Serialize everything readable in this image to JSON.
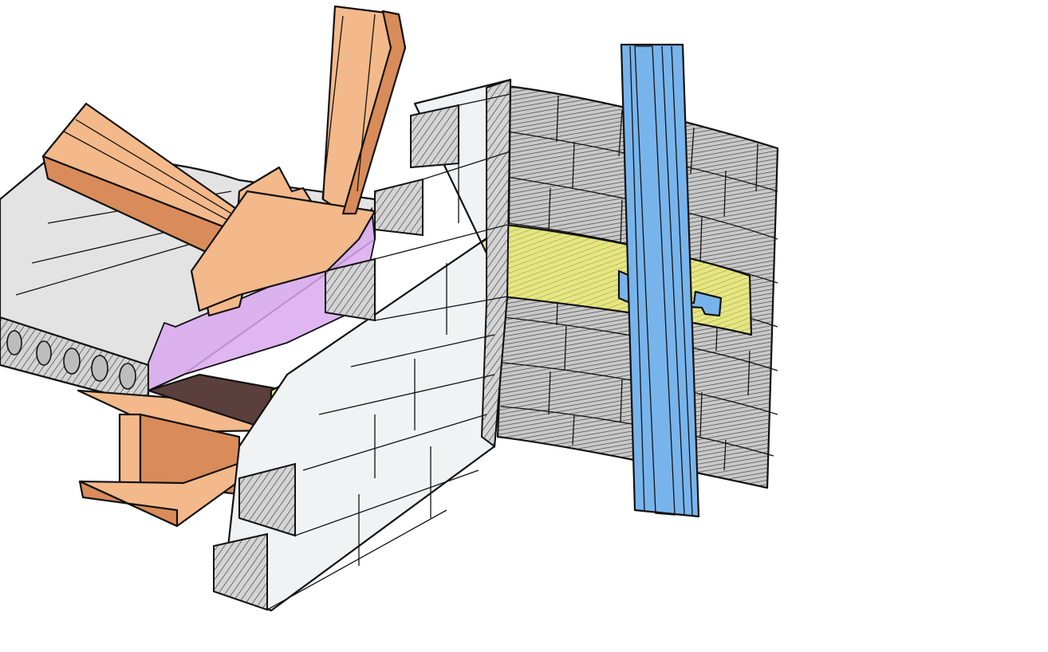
{
  "colors": {
    "timber": "#f3b98a",
    "timber_dark": "#d98c5a",
    "masonry_face": "#f1f2f4",
    "masonry_hatch": "#9a9a9a",
    "back_wall": "#cfcfcf",
    "membrane": "#d9a9ee",
    "lintel_insulation": "#f1f29d",
    "cavity_band": "#e6e683",
    "steel_post": "#78b4ec",
    "steel_post_light": "#a9d2f7",
    "steel_beam_shadow": "#5a3f3c",
    "slab": "#e3e3e3"
  },
  "components": [
    {
      "name": "timber-rafter",
      "icon": "timber-rafter-icon"
    },
    {
      "name": "timber-purlin",
      "icon": "timber-purlin-icon"
    },
    {
      "name": "hollow-core-slab",
      "icon": "hollow-core-slab-icon"
    },
    {
      "name": "steel-i-beam",
      "icon": "steel-i-beam-icon"
    },
    {
      "name": "damp-proof-membrane",
      "icon": "membrane-icon"
    },
    {
      "name": "insulated-lintel",
      "icon": "lintel-icon"
    },
    {
      "name": "outer-masonry-leaf",
      "icon": "masonry-icon"
    },
    {
      "name": "inner-block-wall",
      "icon": "block-wall-icon"
    },
    {
      "name": "cavity-insulation-band",
      "icon": "cavity-band-icon"
    },
    {
      "name": "wall-tie",
      "icon": "wall-tie-icon"
    },
    {
      "name": "steel-column",
      "icon": "steel-column-icon"
    }
  ]
}
